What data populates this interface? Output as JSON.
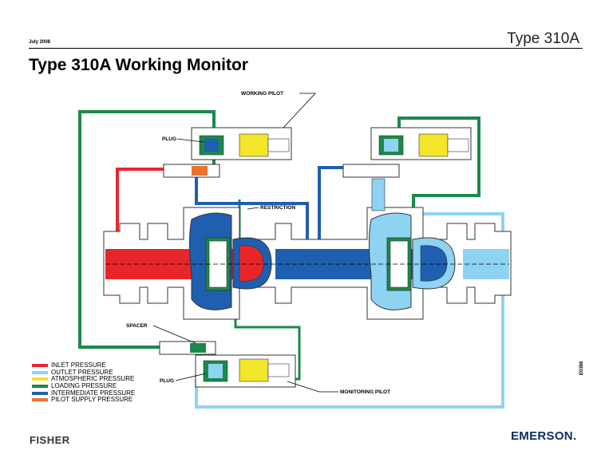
{
  "header": {
    "date": "July 2008",
    "title_right": "Type 310A",
    "main_title": "Type 310A Working Monitor"
  },
  "callouts": {
    "working_pilot": "WORKING PILOT",
    "plug_top": "PLUG",
    "restriction": "RESTRICTION",
    "spacer": "SPACER",
    "plug_bottom": "PLUG",
    "monitoring_pilot": "MONITORING PILOT"
  },
  "legend": [
    {
      "label": "INLET PRESSURE",
      "color": "#e8262a"
    },
    {
      "label": "OUTLET PRESSURE",
      "color": "#8fd3f2"
    },
    {
      "label": "ATMOSPHERIC PRESSURE",
      "color": "#f2e52a"
    },
    {
      "label": "LOADING PRESSURE",
      "color": "#1a8a4a"
    },
    {
      "label": "INTERMEDIATE PRESSURE",
      "color": "#1f5fb0"
    },
    {
      "label": "PILOT SUPPLY PRESSURE",
      "color": "#e8742a"
    }
  ],
  "footer": {
    "brand_left": "FISHER",
    "brand_right": "EMERSON.",
    "drawing_code": "E0386"
  },
  "colors": {
    "inlet": "#e8262a",
    "outlet": "#8fd3f2",
    "atmospheric": "#f2e52a",
    "loading": "#1a8a4a",
    "intermediate": "#1f5fb0",
    "pilot_supply": "#e8742a"
  }
}
